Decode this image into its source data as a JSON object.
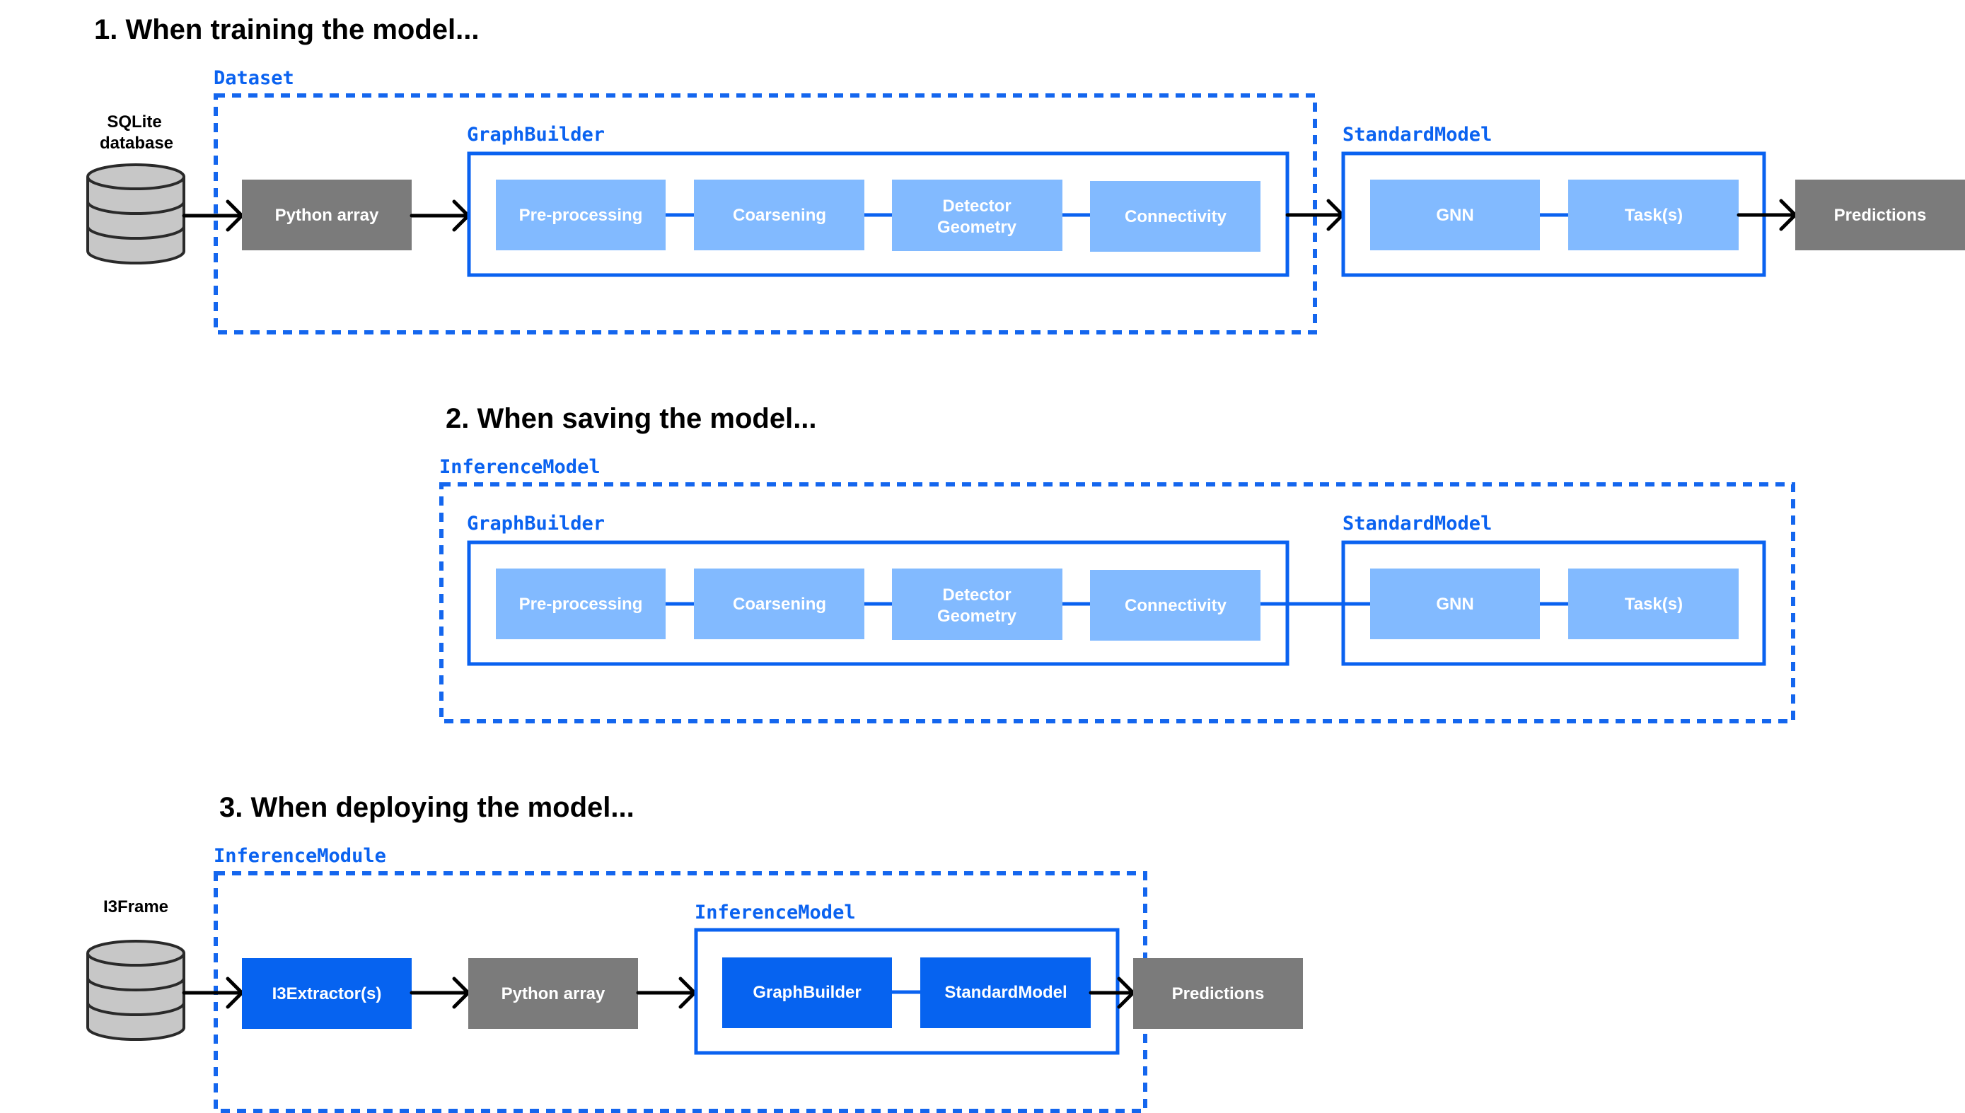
{
  "sections": {
    "s1": {
      "title": "1. When training the model...",
      "dataset_label": "Dataset",
      "db_label_line1": "SQLite",
      "db_label_line2": "database",
      "python_array": "Python array",
      "graphbuilder_label": "GraphBuilder",
      "standardmodel_label": "StandardModel",
      "preprocessing": "Pre-processing",
      "coarsening": "Coarsening",
      "detector_line1": "Detector",
      "detector_line2": "Geometry",
      "connectivity": "Connectivity",
      "gnn": "GNN",
      "tasks": "Task(s)",
      "predictions": "Predictions"
    },
    "s2": {
      "title": "2. When saving the model...",
      "inferencemodel_label": "InferenceModel",
      "graphbuilder_label": "GraphBuilder",
      "standardmodel_label": "StandardModel",
      "preprocessing": "Pre-processing",
      "coarsening": "Coarsening",
      "detector_line1": "Detector",
      "detector_line2": "Geometry",
      "connectivity": "Connectivity",
      "gnn": "GNN",
      "tasks": "Task(s)"
    },
    "s3": {
      "title": "3. When deploying the model...",
      "inferencemodule_label": "InferenceModule",
      "db_label": "I3Frame",
      "extractor": "I3Extractor(s)",
      "python_array": "Python array",
      "inferencemodel_label": "InferenceModel",
      "graphbuilder": "GraphBuilder",
      "standardmodel": "StandardModel",
      "predictions": "Predictions"
    }
  },
  "colors": {
    "accent_blue": "#0a62f0",
    "light_blue": "#82baff",
    "gray_box": "#7b7b7b",
    "database_fill": "#c7c7c7"
  },
  "icons": [
    "database-icon",
    "arrow-right-icon"
  ]
}
